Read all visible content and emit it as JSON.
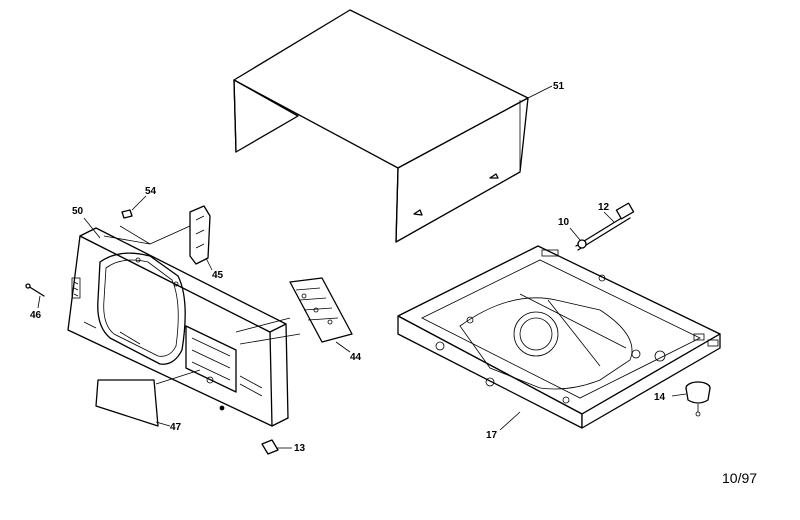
{
  "callouts": {
    "c51": "51",
    "c54": "54",
    "c50": "50",
    "c45": "45",
    "c46": "46",
    "c44": "44",
    "c47": "47",
    "c13": "13",
    "c10": "10",
    "c12": "12",
    "c14": "14",
    "c17": "17"
  },
  "date_code": "10/97"
}
